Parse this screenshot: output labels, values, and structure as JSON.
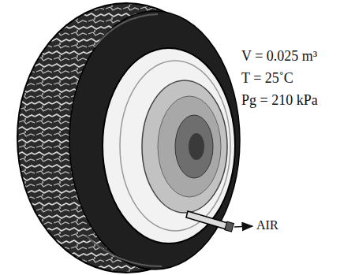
{
  "diagram": {
    "labels": [
      "V = 0.025 m³",
      "T = 25˚C",
      "Pg = 210 kPa",
      "AIR"
    ]
  }
}
